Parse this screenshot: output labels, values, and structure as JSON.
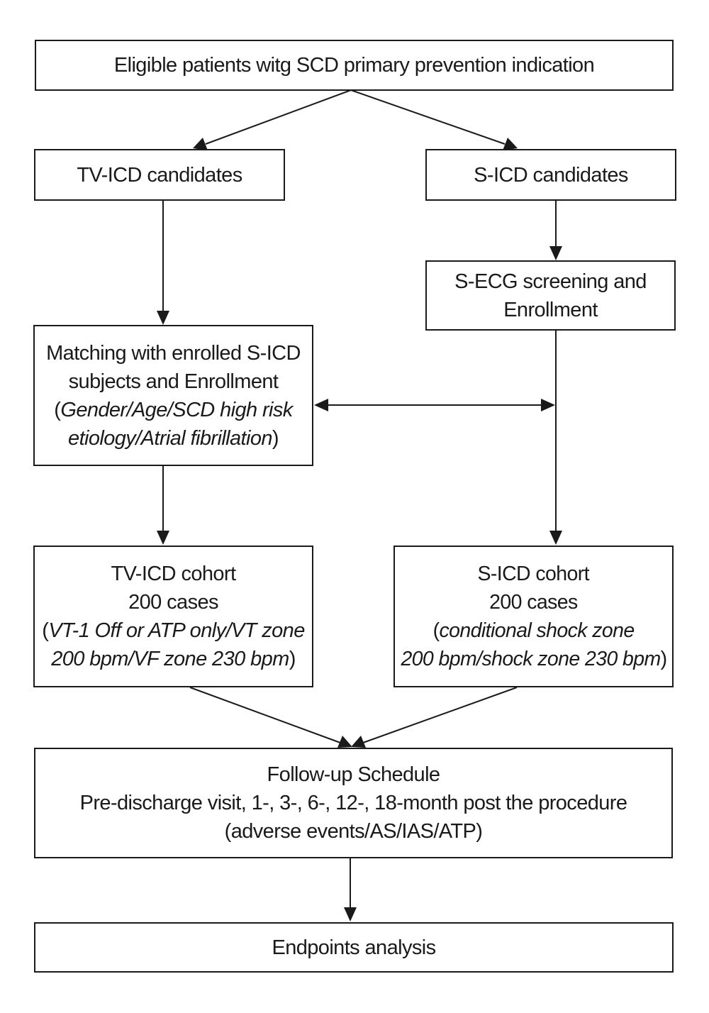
{
  "nodes": {
    "eligible": {
      "text": "Eligible patients witg SCD primary prevention indication"
    },
    "tv_candidates": {
      "text": "TV-ICD candidates"
    },
    "s_candidates": {
      "text": "S-ICD candidates"
    },
    "s_ecg": {
      "line1": "S-ECG screening and",
      "line2": "Enrollment"
    },
    "matching": {
      "line1": "Matching with enrolled S-ICD",
      "line2": "subjects and Enrollment",
      "line3_open": "(",
      "line3_italic": "Gender/Age/SCD high risk",
      "line4_italic": "etiology/Atrial fibrillation",
      "line4_close": ")"
    },
    "tv_cohort": {
      "line1": "TV-ICD cohort",
      "line2": "200 cases",
      "line3_open": "(",
      "line3_italic": "VT-1 Off or ATP only/VT zone",
      "line4_italic": "200 bpm/VF zone 230 bpm",
      "line4_close": ")"
    },
    "s_cohort": {
      "line1": "S-ICD cohort",
      "line2": "200 cases",
      "line3_open": "(",
      "line3_italic": "conditional shock zone",
      "line4_italic": "200 bpm/shock zone 230 bpm",
      "line4_close": ")"
    },
    "followup": {
      "line1": "Follow-up Schedule",
      "line2": "Pre-discharge visit, 1-, 3-, 6-, 12-, 18-month post the procedure",
      "line3": "(adverse events/AS/IAS/ATP)"
    },
    "endpoints": {
      "text": "Endpoints analysis"
    }
  }
}
